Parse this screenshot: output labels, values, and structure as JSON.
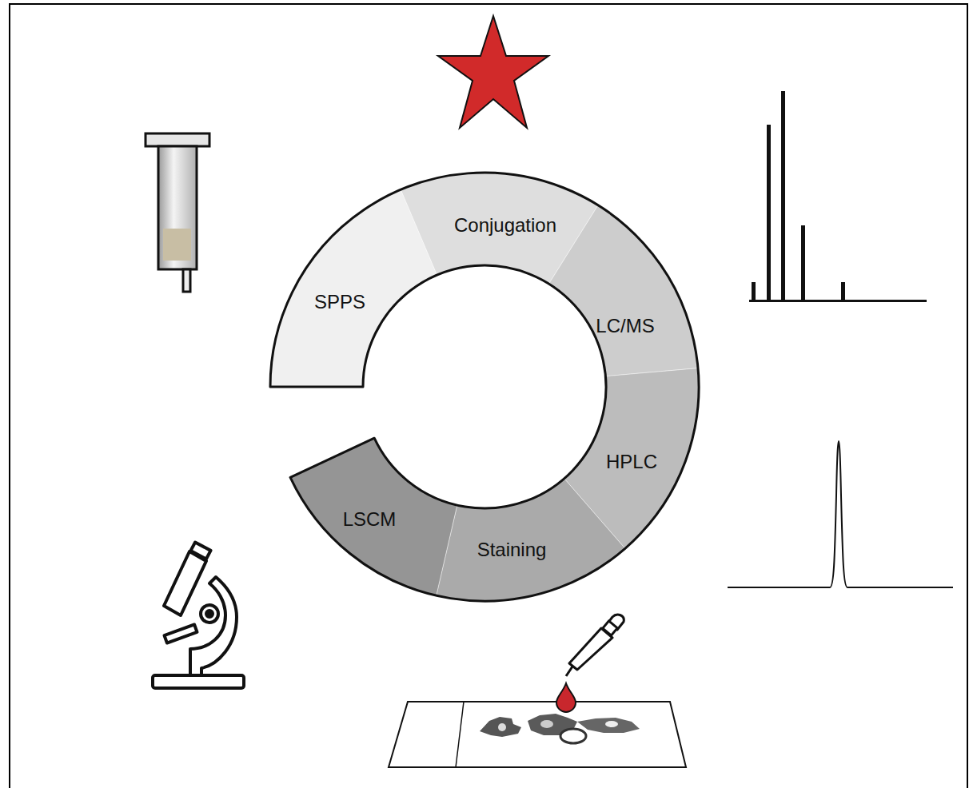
{
  "diagram": {
    "nodes": [
      {
        "text": [
          "SPPS"
        ]
      },
      {
        "text": [
          "Conjugation"
        ]
      },
      {
        "text": [
          "LC/MS"
        ]
      },
      {
        "text": [
          "HPLC"
        ]
      },
      {
        "text": [
          "Staining"
        ]
      },
      {
        "text": [
          "LSCM"
        ]
      }
    ]
  }
}
